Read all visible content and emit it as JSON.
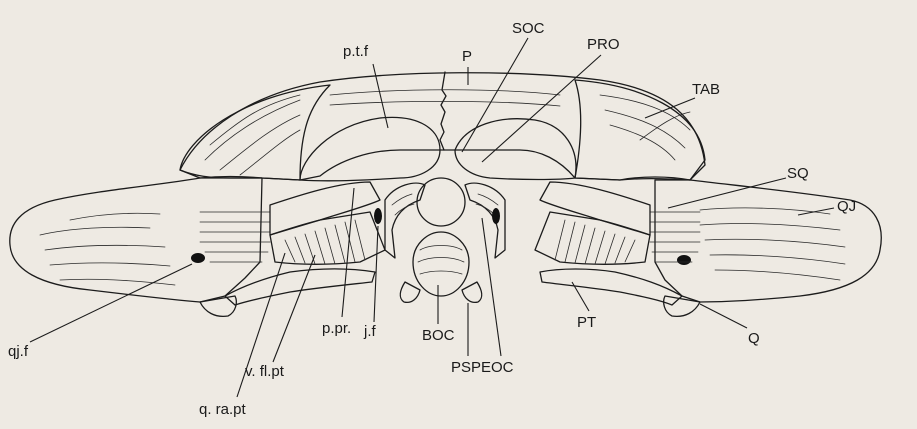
{
  "labels": {
    "ptf": "p.t.f",
    "p": "P",
    "soc": "SOC",
    "pro": "PRO",
    "tab": "TAB",
    "sq": "SQ",
    "qj": "QJ",
    "qjf": "qj.f",
    "qrapt": "q. ra.pt",
    "vflpt": "v. fl.pt",
    "ppr": "p.pr.",
    "jf": "j.f",
    "boc": "BOC",
    "psp": "PSP",
    "eoc": "EOC",
    "pt": "PT",
    "q": "Q"
  }
}
